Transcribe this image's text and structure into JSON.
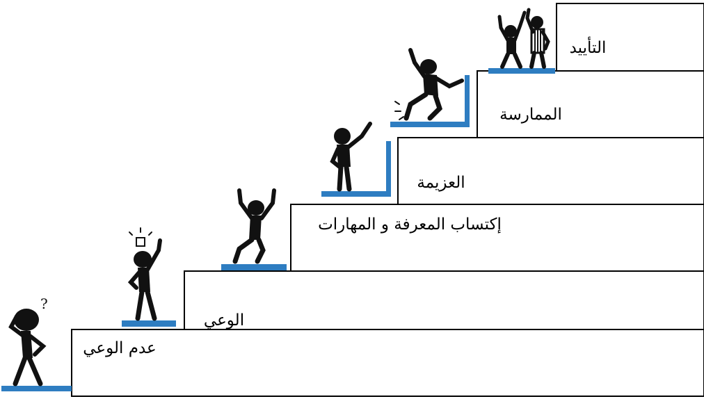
{
  "steps": [
    {
      "label": "عدم الوعي"
    },
    {
      "label": "الوعي"
    },
    {
      "label": "إكتساب المعرفة و المهارات"
    },
    {
      "label": "العزيمة"
    },
    {
      "label": "الممارسة"
    },
    {
      "label": "التأييد"
    }
  ],
  "figures": [
    {
      "icon": "thinking-figure-icon",
      "mark": "?"
    },
    {
      "icon": "idea-figure-icon",
      "mark": ""
    },
    {
      "icon": "cheering-figure-icon",
      "mark": ""
    },
    {
      "icon": "reaching-figure-icon",
      "mark": ""
    },
    {
      "icon": "leaping-figure-icon",
      "mark": ""
    },
    {
      "icon": "celebrating-pair-icon",
      "mark": ""
    }
  ],
  "colors": {
    "platform": "#2e7dc1",
    "line": "#000000",
    "figure": "#111111"
  }
}
